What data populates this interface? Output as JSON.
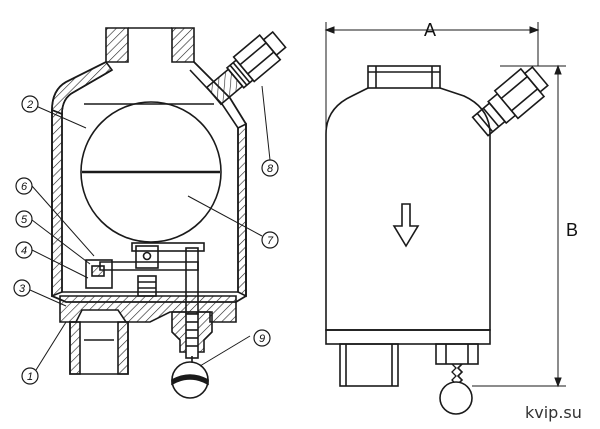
{
  "callouts": {
    "c1": "1",
    "c2": "2",
    "c3": "3",
    "c4": "4",
    "c5": "5",
    "c6": "6",
    "c7": "7",
    "c8": "8",
    "c9": "9"
  },
  "dimensions": {
    "width_label": "A",
    "height_label": "B"
  },
  "watermark": "kvip.su",
  "colors": {
    "line": "#1a1a1a",
    "background": "#ffffff"
  }
}
